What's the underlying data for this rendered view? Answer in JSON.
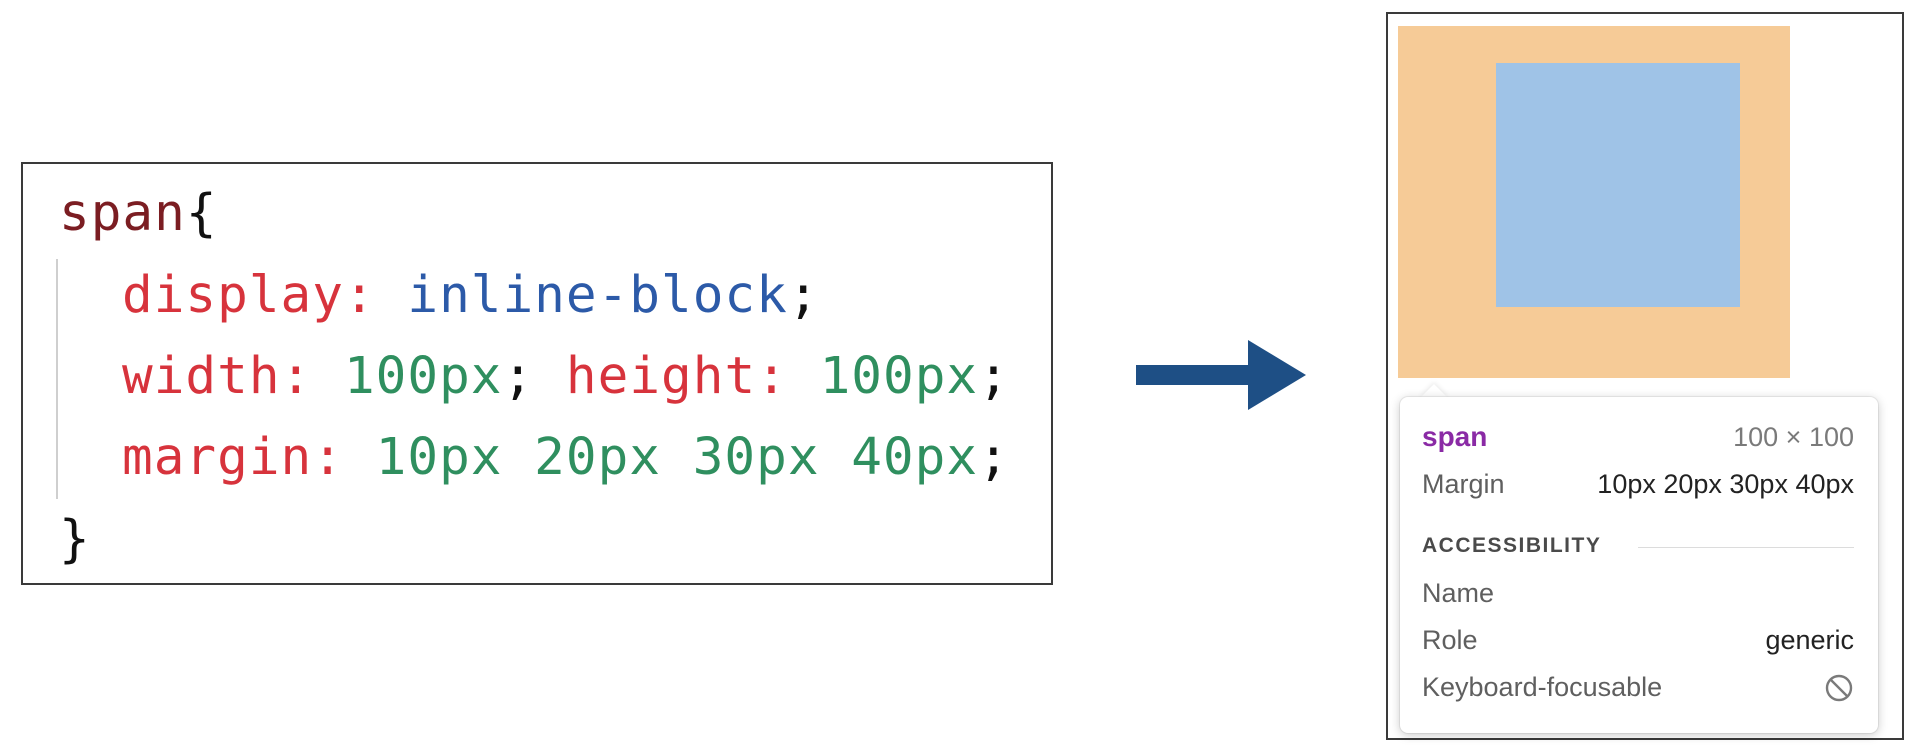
{
  "code": {
    "selector": "span",
    "open_brace": "{",
    "close_brace": "}",
    "lines": [
      {
        "property": "display:",
        "value": "inline-block",
        "end": ";"
      },
      {
        "property": "width:",
        "value": "100px",
        "end": ";",
        "property2": "height:",
        "value2": "100px",
        "end2": ";"
      },
      {
        "property": "margin:",
        "value": "10px 20px 30px 40px",
        "end": ";"
      }
    ]
  },
  "tooltip": {
    "tag": "span",
    "dimensions": "100 × 100",
    "margin_label": "Margin",
    "margin_value": "10px 20px 30px 40px",
    "section": "ACCESSIBILITY",
    "name_label": "Name",
    "name_value": "",
    "role_label": "Role",
    "role_value": "generic",
    "focus_label": "Keyboard-focusable",
    "focus_icon": "not-allowed-icon"
  },
  "colors": {
    "margin_box": "#f6cb97",
    "content_box": "#9fc3e7",
    "arrow": "#1e4f85",
    "selector": "#7b1d22",
    "property": "#d7333c",
    "keyword": "#2c5aa8",
    "number": "#2f8f5f",
    "tag": "#8a2aa5"
  }
}
